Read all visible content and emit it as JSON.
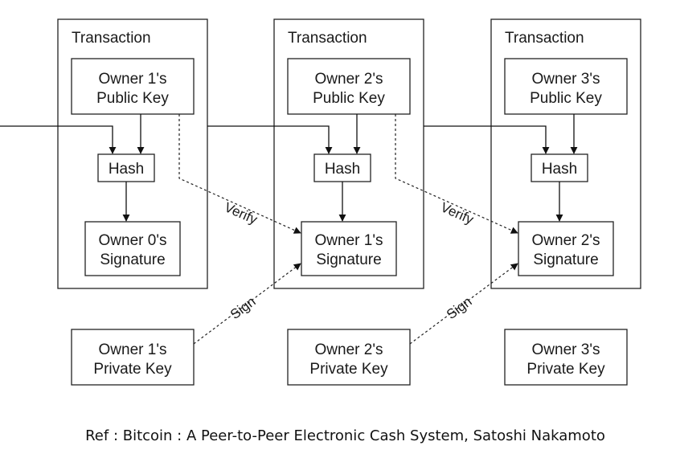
{
  "diagram": {
    "transactions": [
      {
        "title": "Transaction",
        "public_key": [
          "Owner 1's",
          "Public Key"
        ],
        "hash": "Hash",
        "signature": [
          "Owner 0's",
          "Signature"
        ],
        "private_key": [
          "Owner 1's",
          "Private Key"
        ]
      },
      {
        "title": "Transaction",
        "public_key": [
          "Owner 2's",
          "Public Key"
        ],
        "hash": "Hash",
        "signature": [
          "Owner 1's",
          "Signature"
        ],
        "private_key": [
          "Owner 2's",
          "Private Key"
        ]
      },
      {
        "title": "Transaction",
        "public_key": [
          "Owner 3's",
          "Public Key"
        ],
        "hash": "Hash",
        "signature": [
          "Owner 2's",
          "Signature"
        ],
        "private_key": [
          "Owner 3's",
          "Private Key"
        ]
      }
    ],
    "verify_label": "Verify",
    "sign_label": "Sign"
  },
  "reference": "Ref : Bitcoin : A Peer-to-Peer Electronic Cash System, Satoshi Nakamoto"
}
